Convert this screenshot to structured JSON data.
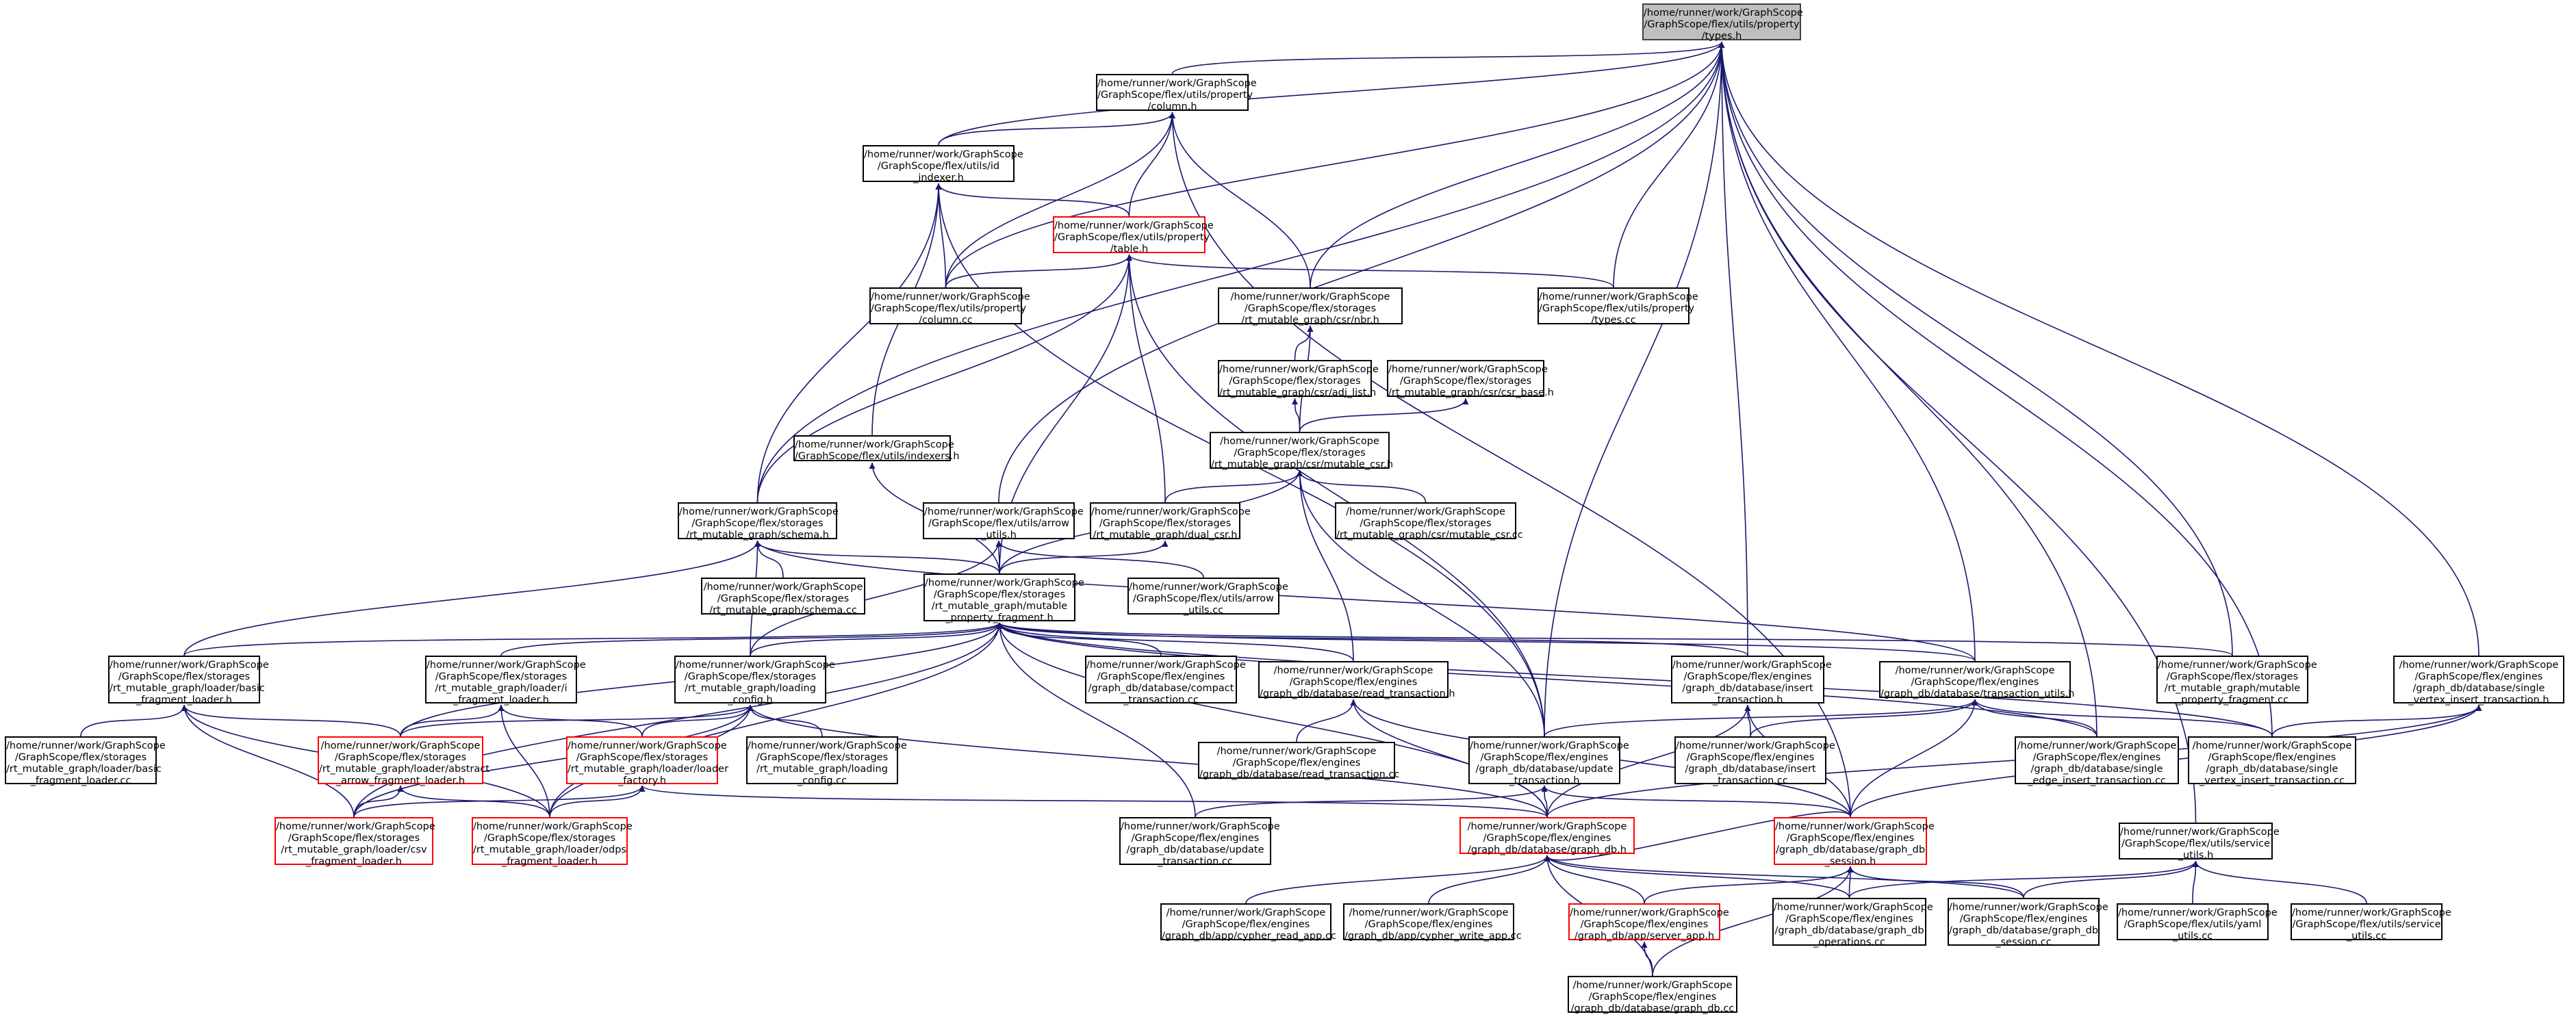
{
  "colors": {
    "edge": "#191970",
    "node_border": "#000000",
    "red_border": "#ff0000",
    "root_fill": "#bfbfbf"
  },
  "nodes": [
    {
      "id": "types_h",
      "lines": [
        "/home/runner/work/GraphScope",
        "/GraphScope/flex/utils/property",
        "/types.h"
      ],
      "style": "root"
    },
    {
      "id": "column_h",
      "lines": [
        "/home/runner/work/GraphScope",
        "/GraphScope/flex/utils/property",
        "/column.h"
      ],
      "style": "normal"
    },
    {
      "id": "id_indexer_h",
      "lines": [
        "/home/runner/work/GraphScope",
        "/GraphScope/flex/utils/id",
        "_indexer.h"
      ],
      "style": "normal"
    },
    {
      "id": "table_h",
      "lines": [
        "/home/runner/work/GraphScope",
        "/GraphScope/flex/utils/property",
        "/table.h"
      ],
      "style": "red"
    },
    {
      "id": "column_cc",
      "lines": [
        "/home/runner/work/GraphScope",
        "/GraphScope/flex/utils/property",
        "/column.cc"
      ],
      "style": "normal"
    },
    {
      "id": "mbr_h",
      "lines": [
        "/home/runner/work/GraphScope",
        "/GraphScope/flex/storages",
        "/rt_mutable_graph/csr/nbr.h"
      ],
      "style": "normal"
    },
    {
      "id": "types_cc",
      "lines": [
        "/home/runner/work/GraphScope",
        "/GraphScope/flex/utils/property",
        "/types.cc"
      ],
      "style": "normal"
    },
    {
      "id": "adj_list_h",
      "lines": [
        "/home/runner/work/GraphScope",
        "/GraphScope/flex/storages",
        "/rt_mutable_graph/csr/adj_list.h"
      ],
      "style": "normal"
    },
    {
      "id": "csr_base_h",
      "lines": [
        "/home/runner/work/GraphScope",
        "/GraphScope/flex/storages",
        "/rt_mutable_graph/csr/csr_base.h"
      ],
      "style": "normal"
    },
    {
      "id": "mutable_csr_h",
      "lines": [
        "/home/runner/work/GraphScope",
        "/GraphScope/flex/storages",
        "/rt_mutable_graph/csr/mutable_csr.h"
      ],
      "style": "normal"
    },
    {
      "id": "indexers_h",
      "lines": [
        "/home/runner/work/GraphScope",
        "/GraphScope/flex/utils/indexers.h"
      ],
      "style": "normal"
    },
    {
      "id": "schema_h",
      "lines": [
        "/home/runner/work/GraphScope",
        "/GraphScope/flex/storages",
        "/rt_mutable_graph/schema.h"
      ],
      "style": "normal"
    },
    {
      "id": "arrow_utils_h",
      "lines": [
        "/home/runner/work/GraphScope",
        "/GraphScope/flex/utils/arrow",
        "_utils.h"
      ],
      "style": "normal"
    },
    {
      "id": "dual_csr_h",
      "lines": [
        "/home/runner/work/GraphScope",
        "/GraphScope/flex/storages",
        "/rt_mutable_graph/dual_csr.h"
      ],
      "style": "normal"
    },
    {
      "id": "mutable_csr_cc",
      "lines": [
        "/home/runner/work/GraphScope",
        "/GraphScope/flex/storages",
        "/rt_mutable_graph/csr/mutable_csr.cc"
      ],
      "style": "normal"
    },
    {
      "id": "schema_cc",
      "lines": [
        "/home/runner/work/GraphScope",
        "/GraphScope/flex/storages",
        "/rt_mutable_graph/schema.cc"
      ],
      "style": "normal"
    },
    {
      "id": "mpf_h",
      "lines": [
        "/home/runner/work/GraphScope",
        "/GraphScope/flex/storages",
        "/rt_mutable_graph/mutable",
        "_property_fragment.h"
      ],
      "style": "normal"
    },
    {
      "id": "arrow_utils_cc",
      "lines": [
        "/home/runner/work/GraphScope",
        "/GraphScope/flex/utils/arrow",
        "_utils.cc"
      ],
      "style": "normal"
    },
    {
      "id": "basic_loader_h",
      "lines": [
        "/home/runner/work/GraphScope",
        "/GraphScope/flex/storages",
        "/rt_mutable_graph/loader/basic",
        "_fragment_loader.h"
      ],
      "style": "normal"
    },
    {
      "id": "i_loader_h",
      "lines": [
        "/home/runner/work/GraphScope",
        "/GraphScope/flex/storages",
        "/rt_mutable_graph/loader/i",
        "_fragment_loader.h"
      ],
      "style": "normal"
    },
    {
      "id": "loading_config_h",
      "lines": [
        "/home/runner/work/GraphScope",
        "/GraphScope/flex/storages",
        "/rt_mutable_graph/loading",
        "_config.h"
      ],
      "style": "normal"
    },
    {
      "id": "compact_tx_cc",
      "lines": [
        "/home/runner/work/GraphScope",
        "/GraphScope/flex/engines",
        "/graph_db/database/compact",
        "_transaction.cc"
      ],
      "style": "normal"
    },
    {
      "id": "read_tx_h",
      "lines": [
        "/home/runner/work/GraphScope",
        "/GraphScope/flex/engines",
        "/graph_db/database/read_transaction.h"
      ],
      "style": "normal"
    },
    {
      "id": "insert_tx_h",
      "lines": [
        "/home/runner/work/GraphScope",
        "/GraphScope/flex/engines",
        "/graph_db/database/insert",
        "_transaction.h"
      ],
      "style": "normal"
    },
    {
      "id": "tx_utils_h",
      "lines": [
        "/home/runner/work/GraphScope",
        "/GraphScope/flex/engines",
        "/graph_db/database/transaction_utils.h"
      ],
      "style": "normal"
    },
    {
      "id": "mpf_cc",
      "lines": [
        "/home/runner/work/GraphScope",
        "/GraphScope/flex/storages",
        "/rt_mutable_graph/mutable",
        "_property_fragment.cc"
      ],
      "style": "normal"
    },
    {
      "id": "single_vertex_h",
      "lines": [
        "/home/runner/work/GraphScope",
        "/GraphScope/flex/engines",
        "/graph_db/database/single",
        "_vertex_insert_transaction.h"
      ],
      "style": "normal"
    },
    {
      "id": "basic_loader_cc",
      "lines": [
        "/home/runner/work/GraphScope",
        "/GraphScope/flex/storages",
        "/rt_mutable_graph/loader/basic",
        "_fragment_loader.cc"
      ],
      "style": "normal"
    },
    {
      "id": "abstract_loader_h",
      "lines": [
        "/home/runner/work/GraphScope",
        "/GraphScope/flex/storages",
        "/rt_mutable_graph/loader/abstract",
        "_arrow_fragment_loader.h"
      ],
      "style": "red"
    },
    {
      "id": "loader_factory_h",
      "lines": [
        "/home/runner/work/GraphScope",
        "/GraphScope/flex/storages",
        "/rt_mutable_graph/loader/loader",
        "_factory.h"
      ],
      "style": "red"
    },
    {
      "id": "loading_config_cc",
      "lines": [
        "/home/runner/work/GraphScope",
        "/GraphScope/flex/storages",
        "/rt_mutable_graph/loading",
        "_config.cc"
      ],
      "style": "normal"
    },
    {
      "id": "read_tx_cc",
      "lines": [
        "/home/runner/work/GraphScope",
        "/GraphScope/flex/engines",
        "/graph_db/database/read_transaction.cc"
      ],
      "style": "normal"
    },
    {
      "id": "update_tx_h",
      "lines": [
        "/home/runner/work/GraphScope",
        "/GraphScope/flex/engines",
        "/graph_db/database/update",
        "_transaction.h"
      ],
      "style": "normal"
    },
    {
      "id": "insert_tx_cc",
      "lines": [
        "/home/runner/work/GraphScope",
        "/GraphScope/flex/engines",
        "/graph_db/database/insert",
        "_transaction.cc"
      ],
      "style": "normal"
    },
    {
      "id": "single_edge_cc",
      "lines": [
        "/home/runner/work/GraphScope",
        "/GraphScope/flex/engines",
        "/graph_db/database/single",
        "_edge_insert_transaction.cc"
      ],
      "style": "normal"
    },
    {
      "id": "single_vertex_cc",
      "lines": [
        "/home/runner/work/GraphScope",
        "/GraphScope/flex/engines",
        "/graph_db/database/single",
        "_vertex_insert_transaction.cc"
      ],
      "style": "normal"
    },
    {
      "id": "csv_loader_h",
      "lines": [
        "/home/runner/work/GraphScope",
        "/GraphScope/flex/storages",
        "/rt_mutable_graph/loader/csv",
        "_fragment_loader.h"
      ],
      "style": "red"
    },
    {
      "id": "odps_loader_h",
      "lines": [
        "/home/runner/work/GraphScope",
        "/GraphScope/flex/storages",
        "/rt_mutable_graph/loader/odps",
        "_fragment_loader.h"
      ],
      "style": "red"
    },
    {
      "id": "update_tx_cc",
      "lines": [
        "/home/runner/work/GraphScope",
        "/GraphScope/flex/engines",
        "/graph_db/database/update",
        "_transaction.cc"
      ],
      "style": "normal"
    },
    {
      "id": "graph_db_h",
      "lines": [
        "/home/runner/work/GraphScope",
        "/GraphScope/flex/engines",
        "/graph_db/database/graph_db.h"
      ],
      "style": "red"
    },
    {
      "id": "session_h",
      "lines": [
        "/home/runner/work/GraphScope",
        "/GraphScope/flex/engines",
        "/graph_db/database/graph_db",
        "_session.h"
      ],
      "style": "red"
    },
    {
      "id": "service_utils_h",
      "lines": [
        "/home/runner/work/GraphScope",
        "/GraphScope/flex/utils/service",
        "_utils.h"
      ],
      "style": "normal"
    },
    {
      "id": "cypher_read_cc",
      "lines": [
        "/home/runner/work/GraphScope",
        "/GraphScope/flex/engines",
        "/graph_db/app/cypher_read_app.cc"
      ],
      "style": "normal"
    },
    {
      "id": "cypher_write_cc",
      "lines": [
        "/home/runner/work/GraphScope",
        "/GraphScope/flex/engines",
        "/graph_db/app/cypher_write_app.cc"
      ],
      "style": "normal"
    },
    {
      "id": "server_app_h",
      "lines": [
        "/home/runner/work/GraphScope",
        "/GraphScope/flex/engines",
        "/graph_db/app/server_app.h"
      ],
      "style": "red"
    },
    {
      "id": "operations_cc",
      "lines": [
        "/home/runner/work/GraphScope",
        "/GraphScope/flex/engines",
        "/graph_db/database/graph_db",
        "_operations.cc"
      ],
      "style": "normal"
    },
    {
      "id": "session_cc",
      "lines": [
        "/home/runner/work/GraphScope",
        "/GraphScope/flex/engines",
        "/graph_db/database/graph_db",
        "_session.cc"
      ],
      "style": "normal"
    },
    {
      "id": "yaml_utils_cc",
      "lines": [
        "/home/runner/work/GraphScope",
        "/GraphScope/flex/utils/yaml",
        "_utils.cc"
      ],
      "style": "normal"
    },
    {
      "id": "service_utils_cc",
      "lines": [
        "/home/runner/work/GraphScope",
        "/GraphScope/flex/utils/service",
        "_utils.cc"
      ],
      "style": "normal"
    },
    {
      "id": "graph_db_cc",
      "lines": [
        "/home/runner/work/GraphScope",
        "/GraphScope/flex/engines",
        "/graph_db/database/graph_db.cc"
      ],
      "style": "normal"
    }
  ],
  "edges": [
    [
      "column_h",
      "types_h"
    ],
    [
      "id_indexer_h",
      "types_h"
    ],
    [
      "schema_h",
      "types_h"
    ],
    [
      "column_cc",
      "types_h"
    ],
    [
      "mbr_h",
      "types_h"
    ],
    [
      "types_cc",
      "types_h"
    ],
    [
      "arrow_utils_h",
      "types_h"
    ],
    [
      "update_tx_h",
      "types_h"
    ],
    [
      "insert_tx_h",
      "types_h"
    ],
    [
      "tx_utils_h",
      "types_h"
    ],
    [
      "mpf_cc",
      "types_h"
    ],
    [
      "single_edge_cc",
      "types_h"
    ],
    [
      "single_vertex_cc",
      "types_h"
    ],
    [
      "single_vertex_h",
      "types_h"
    ],
    [
      "service_utils_h",
      "types_h"
    ],
    [
      "id_indexer_h",
      "column_h"
    ],
    [
      "table_h",
      "column_h"
    ],
    [
      "column_cc",
      "column_h"
    ],
    [
      "mbr_h",
      "column_h"
    ],
    [
      "session_h",
      "column_h"
    ],
    [
      "table_h",
      "id_indexer_h"
    ],
    [
      "column_cc",
      "id_indexer_h"
    ],
    [
      "indexers_h",
      "id_indexer_h"
    ],
    [
      "schema_h",
      "id_indexer_h"
    ],
    [
      "update_tx_h",
      "id_indexer_h"
    ],
    [
      "column_cc",
      "table_h"
    ],
    [
      "types_cc",
      "table_h"
    ],
    [
      "schema_h",
      "table_h"
    ],
    [
      "dual_csr_h",
      "table_h"
    ],
    [
      "mpf_h",
      "table_h"
    ],
    [
      "update_tx_h",
      "table_h"
    ],
    [
      "mutable_csr_h",
      "mbr_h"
    ],
    [
      "adj_list_h",
      "mbr_h"
    ],
    [
      "mutable_csr_h",
      "adj_list_h"
    ],
    [
      "mutable_csr_h",
      "csr_base_h"
    ],
    [
      "dual_csr_h",
      "mutable_csr_h"
    ],
    [
      "mutable_csr_cc",
      "mutable_csr_h"
    ],
    [
      "mpf_h",
      "mutable_csr_h"
    ],
    [
      "read_tx_h",
      "mutable_csr_h"
    ],
    [
      "update_tx_h",
      "mutable_csr_h"
    ],
    [
      "mpf_h",
      "indexers_h"
    ],
    [
      "basic_loader_h",
      "schema_h"
    ],
    [
      "schema_cc",
      "schema_h"
    ],
    [
      "mpf_h",
      "schema_h"
    ],
    [
      "loading_config_h",
      "schema_h"
    ],
    [
      "tx_utils_h",
      "schema_h"
    ],
    [
      "mpf_h",
      "arrow_utils_h"
    ],
    [
      "arrow_utils_cc",
      "arrow_utils_h"
    ],
    [
      "loading_config_h",
      "arrow_utils_h"
    ],
    [
      "mpf_h",
      "dual_csr_h"
    ],
    [
      "basic_loader_h",
      "mpf_h"
    ],
    [
      "i_loader_h",
      "mpf_h"
    ],
    [
      "loading_config_h",
      "mpf_h"
    ],
    [
      "compact_tx_cc",
      "mpf_h"
    ],
    [
      "read_tx_h",
      "mpf_h"
    ],
    [
      "insert_tx_h",
      "mpf_h"
    ],
    [
      "tx_utils_h",
      "mpf_h"
    ],
    [
      "mpf_cc",
      "mpf_h"
    ],
    [
      "single_vertex_cc",
      "mpf_h"
    ],
    [
      "single_edge_cc",
      "mpf_h"
    ],
    [
      "update_tx_cc",
      "mpf_h"
    ],
    [
      "graph_db_h",
      "mpf_h"
    ],
    [
      "csv_loader_h",
      "mpf_h"
    ],
    [
      "odps_loader_h",
      "mpf_h"
    ],
    [
      "abstract_loader_h",
      "mpf_h"
    ],
    [
      "basic_loader_cc",
      "basic_loader_h"
    ],
    [
      "abstract_loader_h",
      "basic_loader_h"
    ],
    [
      "csv_loader_h",
      "basic_loader_h"
    ],
    [
      "odps_loader_h",
      "basic_loader_h"
    ],
    [
      "abstract_loader_h",
      "i_loader_h"
    ],
    [
      "loader_factory_h",
      "i_loader_h"
    ],
    [
      "odps_loader_h",
      "i_loader_h"
    ],
    [
      "abstract_loader_h",
      "loading_config_h"
    ],
    [
      "loader_factory_h",
      "loading_config_h"
    ],
    [
      "loading_config_cc",
      "loading_config_h"
    ],
    [
      "csv_loader_h",
      "loading_config_h"
    ],
    [
      "odps_loader_h",
      "loading_config_h"
    ],
    [
      "graph_db_h",
      "loading_config_h"
    ],
    [
      "read_tx_cc",
      "read_tx_h"
    ],
    [
      "graph_db_h",
      "read_tx_h"
    ],
    [
      "session_h",
      "read_tx_h"
    ],
    [
      "update_tx_cc",
      "update_tx_h"
    ],
    [
      "graph_db_h",
      "update_tx_h"
    ],
    [
      "session_h",
      "update_tx_h"
    ],
    [
      "insert_tx_cc",
      "insert_tx_h"
    ],
    [
      "graph_db_h",
      "insert_tx_h"
    ],
    [
      "session_h",
      "insert_tx_h"
    ],
    [
      "update_tx_h",
      "tx_utils_h"
    ],
    [
      "insert_tx_cc",
      "tx_utils_h"
    ],
    [
      "single_edge_cc",
      "tx_utils_h"
    ],
    [
      "single_vertex_cc",
      "tx_utils_h"
    ],
    [
      "session_h",
      "tx_utils_h"
    ],
    [
      "single_vertex_cc",
      "single_vertex_h"
    ],
    [
      "session_h",
      "single_vertex_h"
    ],
    [
      "graph_db_h",
      "single_vertex_h"
    ],
    [
      "csv_loader_h",
      "abstract_loader_h"
    ],
    [
      "odps_loader_h",
      "abstract_loader_h"
    ],
    [
      "csv_loader_h",
      "loader_factory_h"
    ],
    [
      "odps_loader_h",
      "loader_factory_h"
    ],
    [
      "graph_db_h",
      "loader_factory_h"
    ],
    [
      "session_h",
      "graph_db_h"
    ],
    [
      "cypher_read_cc",
      "graph_db_h"
    ],
    [
      "cypher_write_cc",
      "graph_db_h"
    ],
    [
      "server_app_h",
      "graph_db_h"
    ],
    [
      "operations_cc",
      "graph_db_h"
    ],
    [
      "session_cc",
      "graph_db_h"
    ],
    [
      "graph_db_cc",
      "graph_db_h"
    ],
    [
      "server_app_h",
      "session_h"
    ],
    [
      "operations_cc",
      "session_h"
    ],
    [
      "session_cc",
      "session_h"
    ],
    [
      "graph_db_cc",
      "session_h"
    ],
    [
      "graph_db_cc",
      "server_app_h"
    ],
    [
      "operations_cc",
      "service_utils_h"
    ],
    [
      "session_cc",
      "service_utils_h"
    ],
    [
      "yaml_utils_cc",
      "service_utils_h"
    ],
    [
      "service_utils_cc",
      "service_utils_h"
    ]
  ]
}
